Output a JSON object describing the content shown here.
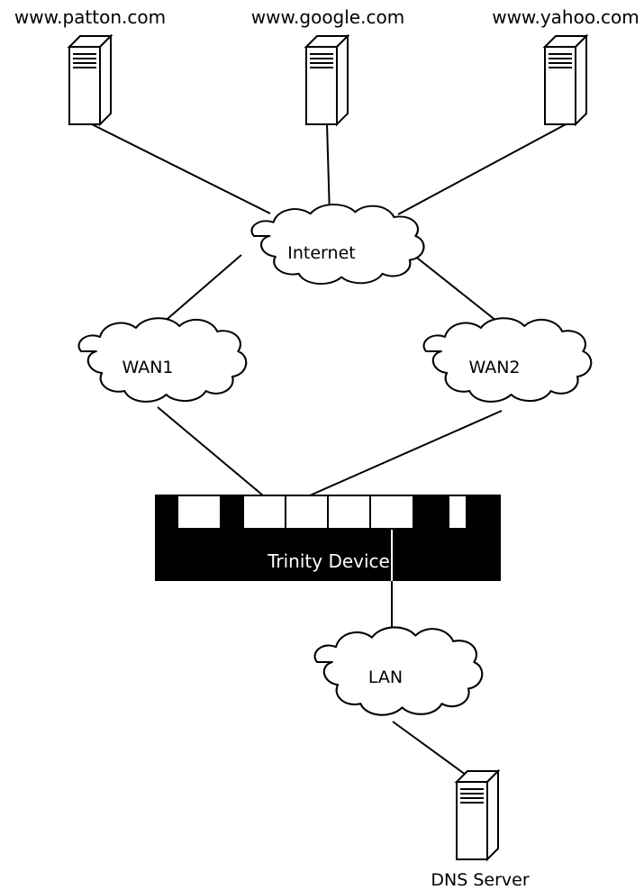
{
  "diagram": {
    "servers": {
      "patton": {
        "label": "www.patton.com"
      },
      "google": {
        "label": "www.google.com"
      },
      "yahoo": {
        "label": "www.yahoo.com"
      },
      "dns": {
        "label": "DNS Server"
      }
    },
    "clouds": {
      "internet": {
        "label": "Internet"
      },
      "wan1": {
        "label": "WAN1"
      },
      "wan2": {
        "label": "WAN2"
      },
      "lan": {
        "label": "LAN"
      }
    },
    "device": {
      "label": "Trinity Device",
      "ports": [
        "port-1",
        "port-2",
        "port-3",
        "port-4",
        "port-5",
        "port-6"
      ]
    },
    "connections": [
      [
        "patton",
        "internet"
      ],
      [
        "google",
        "internet"
      ],
      [
        "yahoo",
        "internet"
      ],
      [
        "internet",
        "wan1"
      ],
      [
        "internet",
        "wan2"
      ],
      [
        "wan1",
        "device"
      ],
      [
        "wan2",
        "device"
      ],
      [
        "device",
        "lan"
      ],
      [
        "lan",
        "dns"
      ]
    ],
    "colors": {
      "line": "#000000",
      "device": "#000000",
      "port": "#ffffff",
      "background": "#ffffff"
    }
  }
}
